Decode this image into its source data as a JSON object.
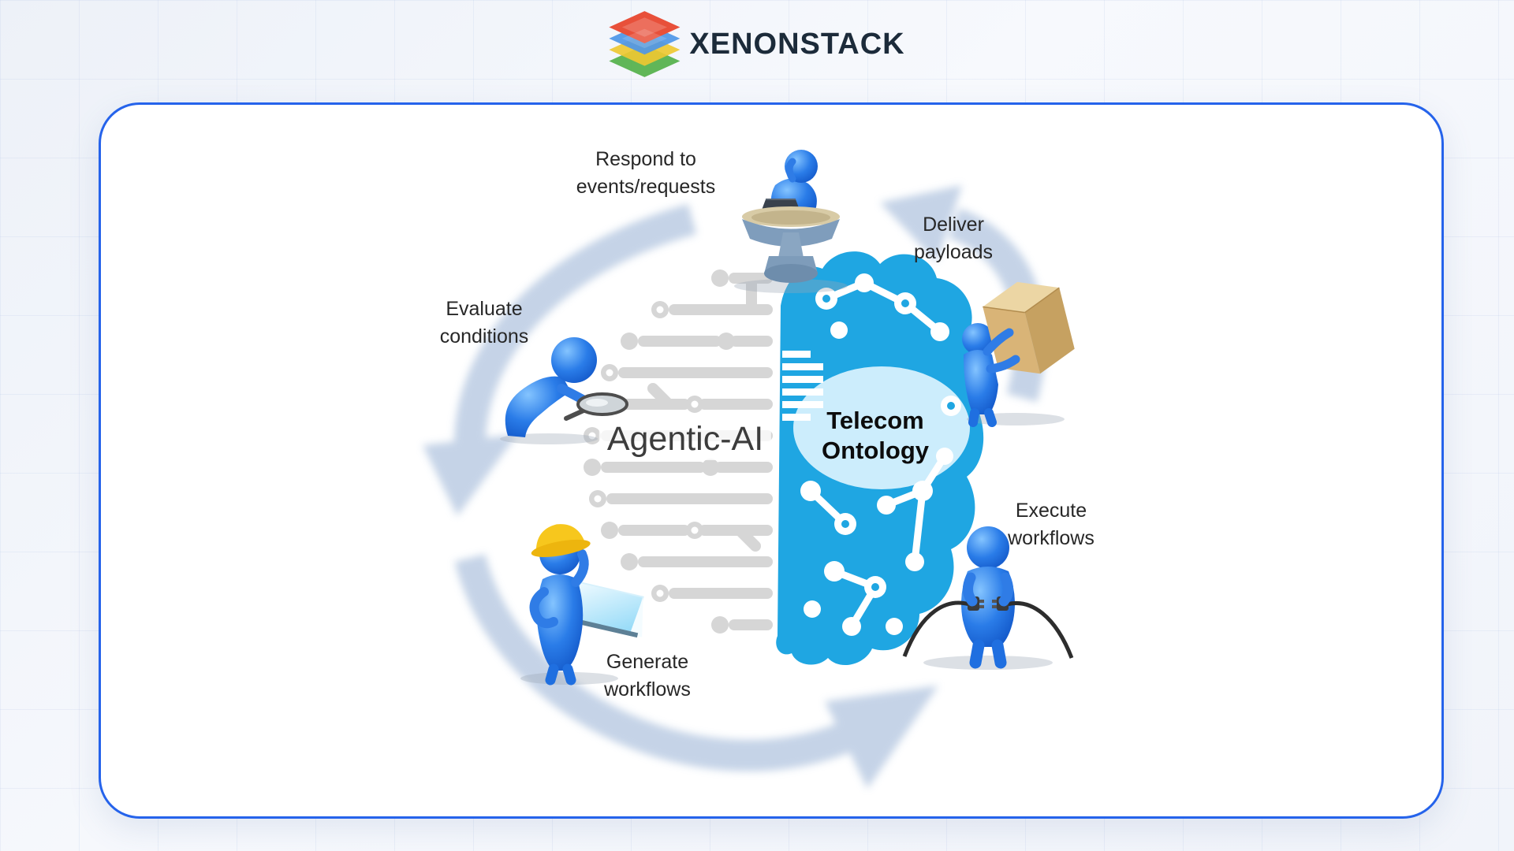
{
  "header": {
    "brand": "XENONSTACK",
    "logo": {
      "name": "xenonstack-logo",
      "layer_colors": [
        "#e8503a",
        "#4d96e8",
        "#eec832",
        "#52b04a"
      ]
    }
  },
  "panel": {
    "border_color": "#2563eb",
    "background": "#ffffff"
  },
  "diagram": {
    "center": {
      "left_title": "Agentic-AI",
      "right_title_line1": "Telecom",
      "right_title_line2": "Ontology",
      "left_half_color": "#d6d6d6",
      "right_half_color": "#1fa6e2"
    },
    "arrow_color": "#c2d1e6",
    "figure_color": "#2a7ce8",
    "steps": [
      {
        "id": "respond",
        "line1": "Respond to",
        "line2": "events/requests",
        "icon": "person-at-desk-icon"
      },
      {
        "id": "deliver",
        "line1": "Deliver",
        "line2": "payloads",
        "icon": "person-carrying-box-icon"
      },
      {
        "id": "execute",
        "line1": "Execute",
        "line2": "workflows",
        "icon": "person-connecting-plugs-icon"
      },
      {
        "id": "generate",
        "line1": "Generate",
        "line2": "workflows",
        "icon": "person-hardhat-blueprint-icon"
      },
      {
        "id": "evaluate",
        "line1": "Evaluate",
        "line2": "conditions",
        "icon": "person-magnifier-icon"
      }
    ]
  }
}
